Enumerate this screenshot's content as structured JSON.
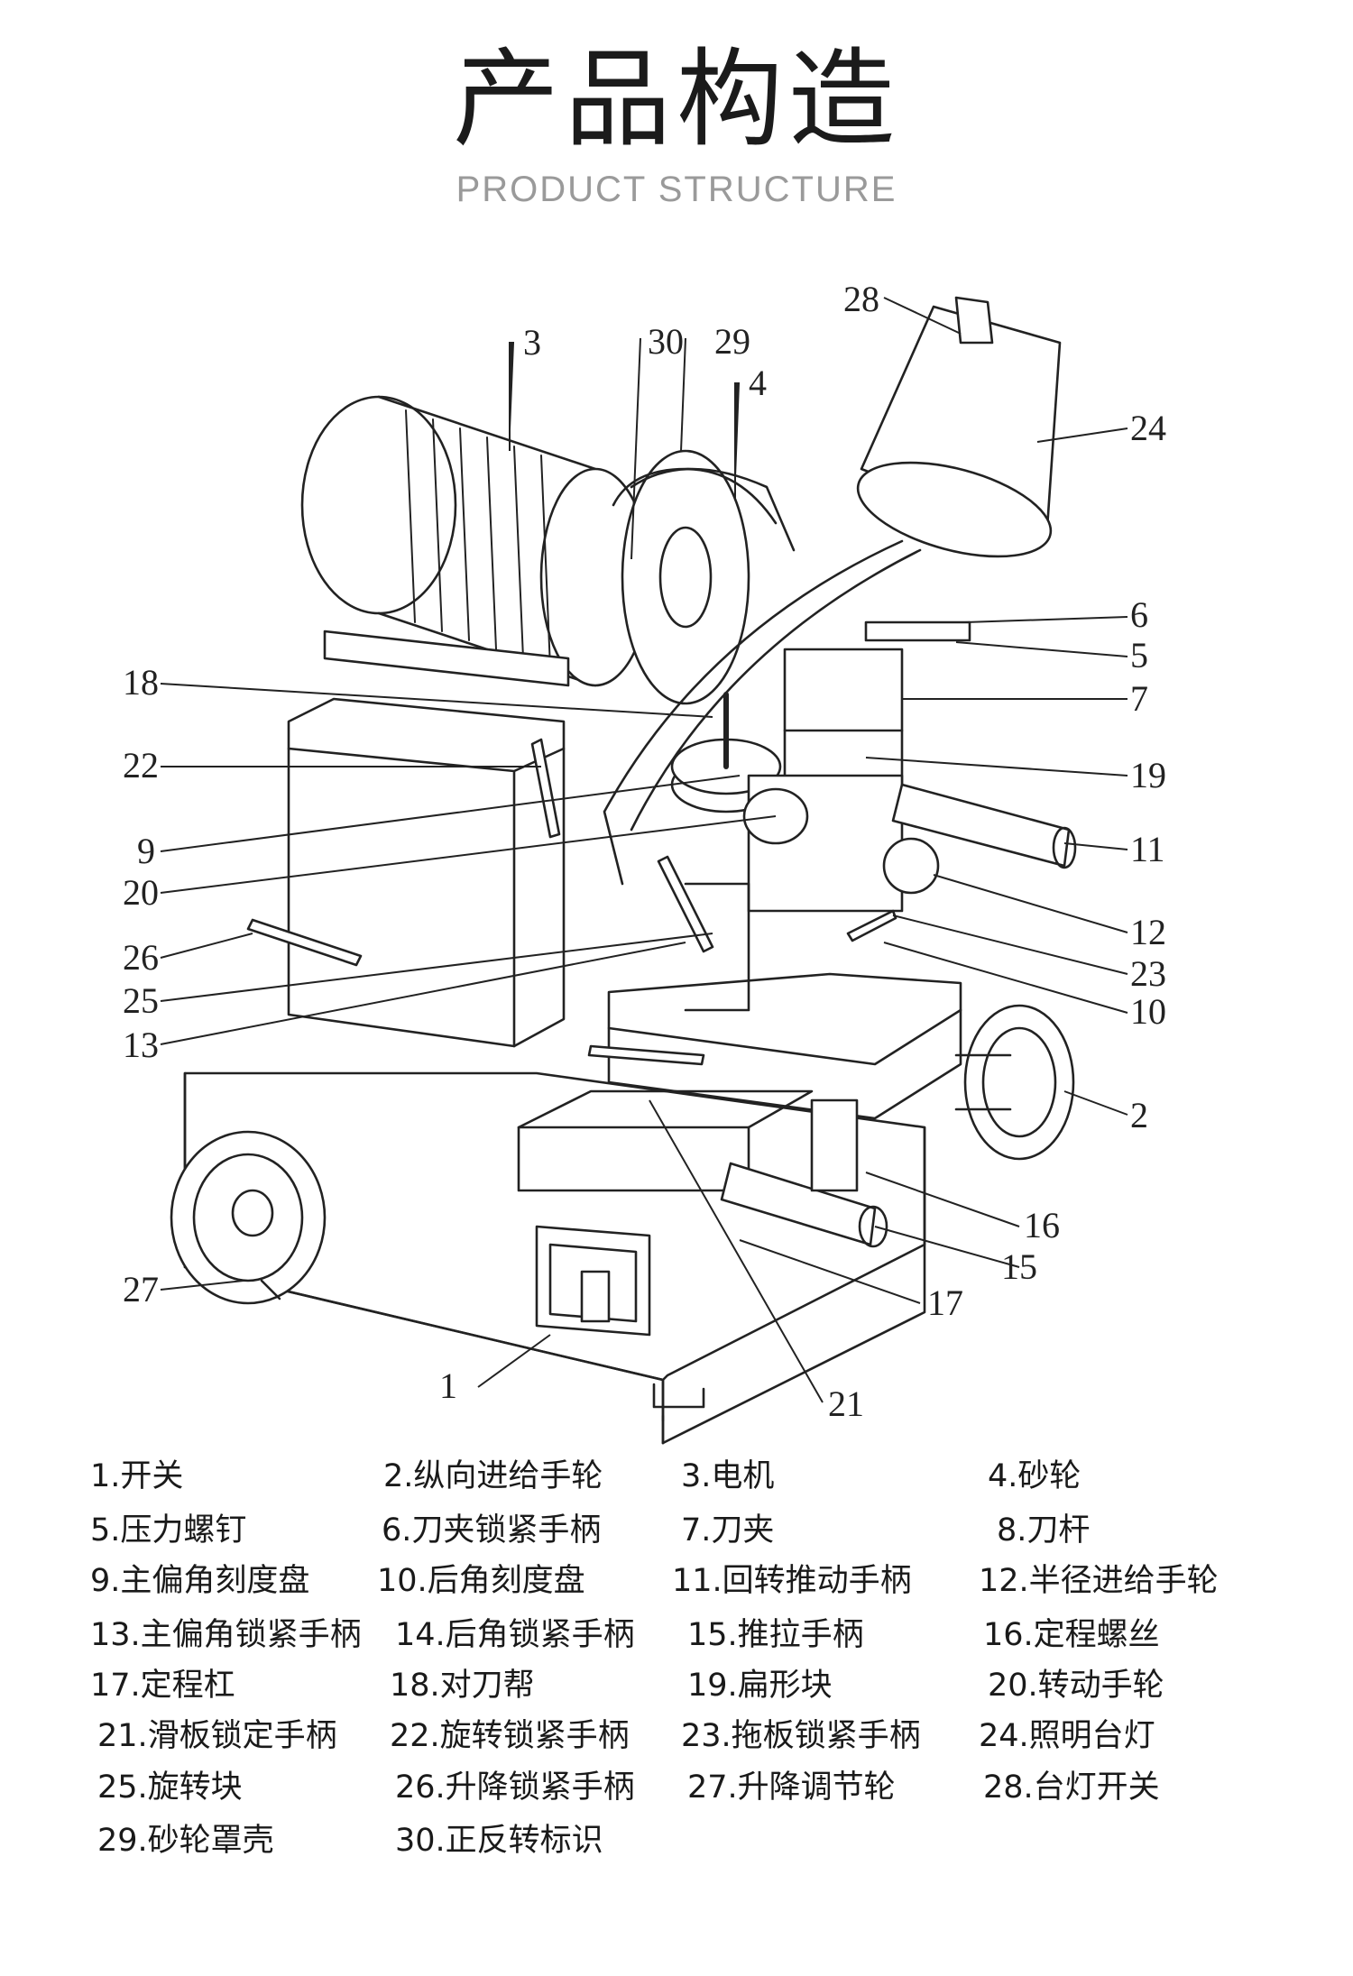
{
  "header": {
    "title": "产品构造",
    "subtitle": "PRODUCT STRUCTURE"
  },
  "callouts": [
    "1",
    "2",
    "3",
    "4",
    "5",
    "6",
    "7",
    "9",
    "10",
    "11",
    "12",
    "13",
    "15",
    "16",
    "17",
    "18",
    "19",
    "20",
    "21",
    "22",
    "23",
    "24",
    "25",
    "26",
    "27",
    "28",
    "29",
    "30"
  ],
  "legend": [
    "1.开关",
    "2.纵向进给手轮",
    "3.电机",
    "4.砂轮",
    "5.压力螺钉",
    "6.刀夹锁紧手柄",
    "7.刀夹",
    "8.刀杆",
    "9.主偏角刻度盘",
    "10.后角刻度盘",
    "11.回转推动手柄",
    "12.半径进给手轮",
    "13.主偏角锁紧手柄",
    "14.后角锁紧手柄",
    "15.推拉手柄",
    "16.定程螺丝",
    "17.定程杠",
    "18.对刀帮",
    "19.扁形块",
    "20.转动手轮",
    "21.滑板锁定手柄",
    "22.旋转锁紧手柄",
    "23.拖板锁紧手柄",
    "24.照明台灯",
    "25.旋转块",
    "26.升降锁紧手柄",
    "27.升降调节轮",
    "28.台灯开关",
    "29.砂轮罩壳",
    "30.正反转标识"
  ]
}
